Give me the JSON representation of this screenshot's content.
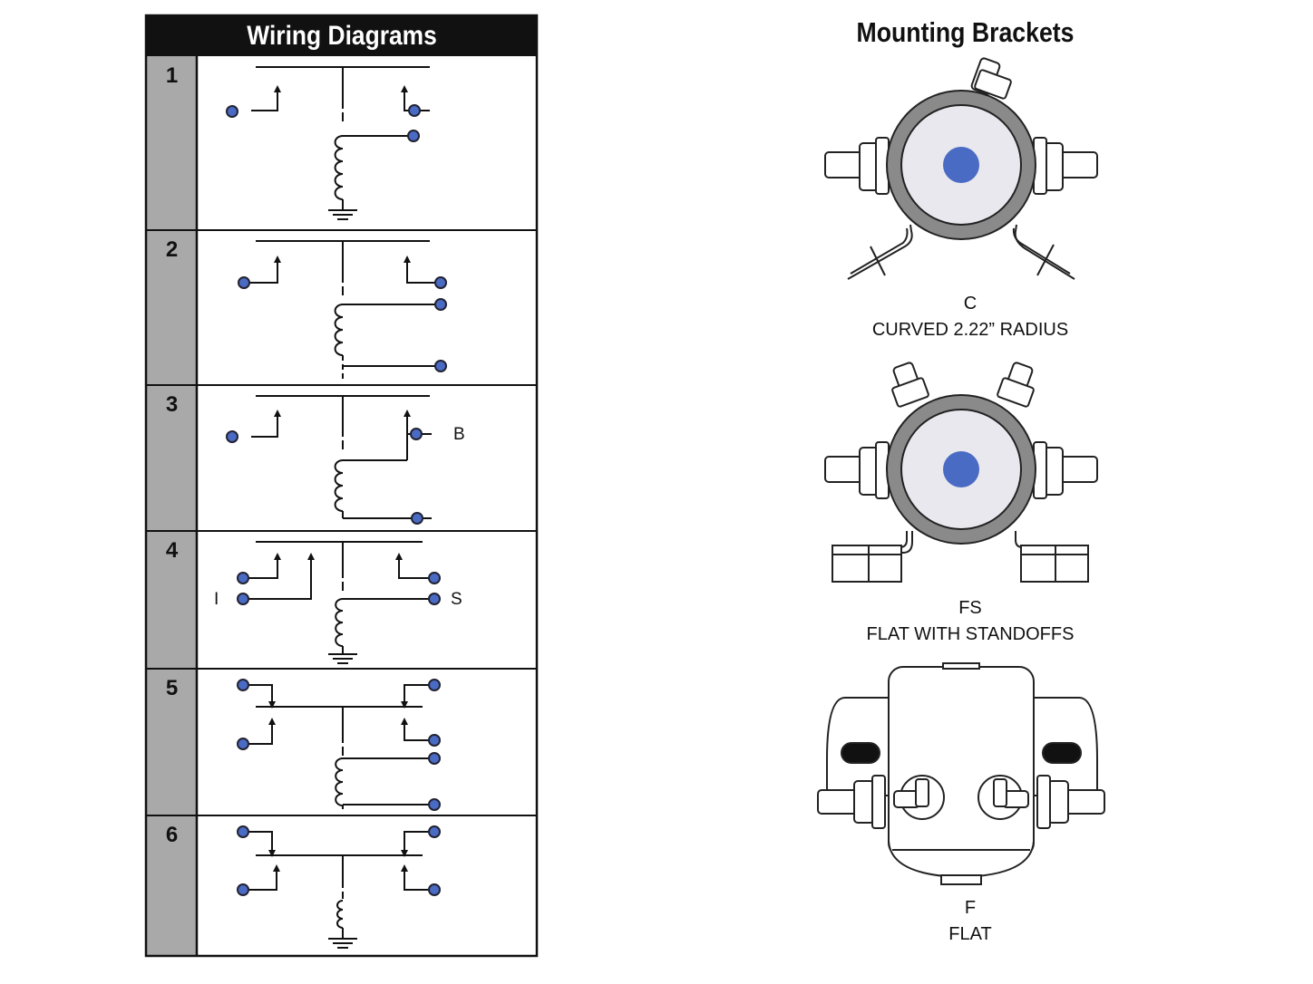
{
  "wiring": {
    "title": "Wiring Diagrams",
    "rows": [
      {
        "number": "1"
      },
      {
        "number": "2"
      },
      {
        "number": "3",
        "terminal_label": "B"
      },
      {
        "number": "4",
        "left_label": "I",
        "right_label": "S"
      },
      {
        "number": "5"
      },
      {
        "number": "6"
      }
    ]
  },
  "brackets": {
    "title": "Mounting Brackets",
    "items": [
      {
        "code": "C",
        "description": "CURVED 2.22” RADIUS"
      },
      {
        "code": "FS",
        "description": "FLAT WITH STANDOFFS"
      },
      {
        "code": "F",
        "description": "FLAT"
      }
    ]
  },
  "colors": {
    "terminal": "#4a6bc4",
    "row_strip": "#a9a9a9",
    "header": "#111111",
    "solenoid_ring": "#8a8a8a",
    "solenoid_face": "#e8e8ee"
  }
}
